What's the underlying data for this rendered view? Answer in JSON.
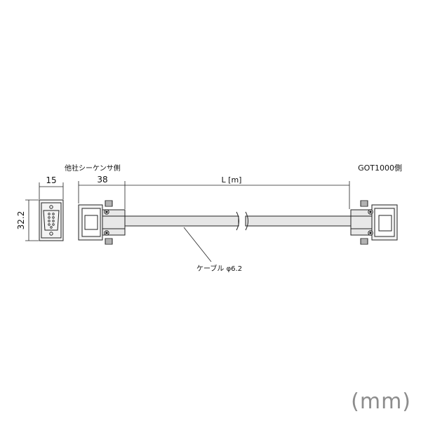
{
  "labels": {
    "left_side": "他社シーケンサ側",
    "right_side": "GOT1000側",
    "width_dim": "15",
    "height_dim": "32.2",
    "connector_len_dim": "38",
    "length_dim": "L [m]",
    "cable_note": "ケーブル  φ6.2"
  },
  "units": "(mm)",
  "colors": {
    "line": "#222222",
    "cable_fill": "#e6e6e6",
    "unit_text": "#8c8c8c"
  }
}
